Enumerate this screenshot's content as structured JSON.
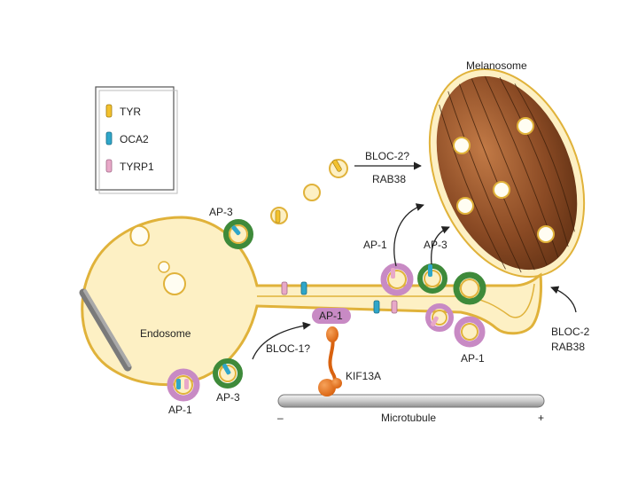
{
  "legend": {
    "items": [
      {
        "label": "TYR",
        "color": "#f2c12e",
        "icon": "tyr-cargo-icon"
      },
      {
        "label": "OCA2",
        "color": "#2fa6c9",
        "icon": "oca2-cargo-icon"
      },
      {
        "label": "TYRP1",
        "color": "#e8a8c8",
        "icon": "tyrp1-cargo-icon"
      }
    ]
  },
  "labels": {
    "melanosome": "Melanosome",
    "endosome": "Endosome",
    "bloc2_top": "BLOC-2?",
    "rab38_top": "RAB38",
    "ap3_top": "AP-3",
    "ap1_mid": "AP-1",
    "ap3_mid": "AP-3",
    "ap1_motor": "AP-1",
    "bloc1": "BLOC-1?",
    "kif13a": "KIF13A",
    "ap1_right": "AP-1",
    "bloc2_right": "BLOC-2",
    "rab38_right": "RAB38",
    "ap1_bottom": "AP-1",
    "ap3_bottom": "AP-3",
    "microtubule": "Microtubule",
    "minus_end": "–",
    "plus_end": "+"
  },
  "colors": {
    "membrane_fill": "#fdf0c4",
    "membrane_stroke": "#e0b23a",
    "ap1_coat": "#c88ac4",
    "ap3_coat": "#3e8a3a",
    "melanosome_fill": "#8a4a24",
    "motor": "#e8781e"
  }
}
